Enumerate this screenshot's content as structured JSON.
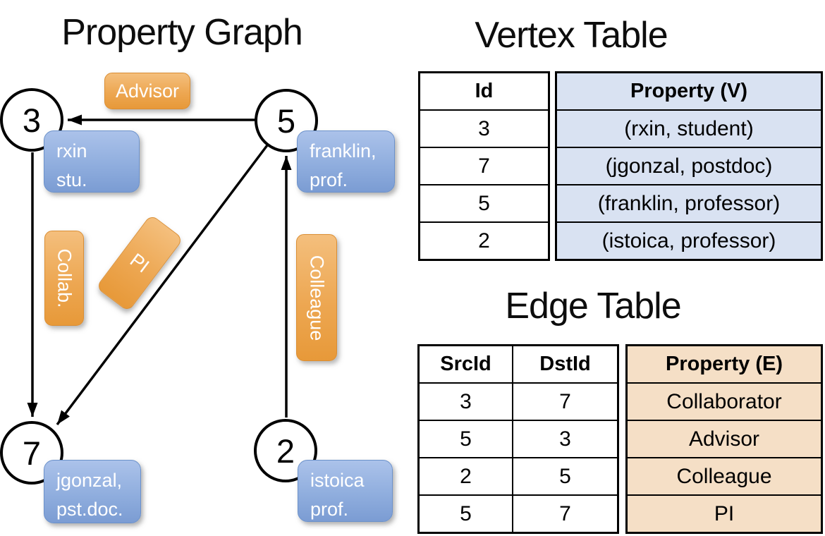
{
  "graph": {
    "title": "Property Graph",
    "nodes": [
      {
        "id": "3",
        "label_line1": "rxin",
        "label_line2": "stu."
      },
      {
        "id": "5",
        "label_line1": "franklin,",
        "label_line2": "prof."
      },
      {
        "id": "7",
        "label_line1": "jgonzal,",
        "label_line2": "pst.doc."
      },
      {
        "id": "2",
        "label_line1": "istoica",
        "label_line2": "prof."
      }
    ],
    "edge_labels": {
      "advisor": "Advisor",
      "collab": "Collab.",
      "pi": "PI",
      "colleague": "Colleague"
    }
  },
  "vertex_table": {
    "title": "Vertex Table",
    "columns": [
      "Id",
      "Property (V)"
    ],
    "rows": [
      [
        "3",
        "(rxin, student)"
      ],
      [
        "7",
        "(jgonzal, postdoc)"
      ],
      [
        "5",
        "(franklin, professor)"
      ],
      [
        "2",
        "(istoica, professor)"
      ]
    ]
  },
  "edge_table": {
    "title": "Edge Table",
    "columns": [
      "SrcId",
      "DstId",
      "Property (E)"
    ],
    "rows": [
      [
        "3",
        "7",
        "Collaborator"
      ],
      [
        "5",
        "3",
        "Advisor"
      ],
      [
        "2",
        "5",
        "Colleague"
      ],
      [
        "5",
        "7",
        "PI"
      ]
    ]
  },
  "colors": {
    "edge_label_orange": "#EDA752",
    "vertex_label_blue": "#90AEDE",
    "vertex_property_column_bg": "#D9E2F2",
    "edge_property_column_bg": "#F5DFC6",
    "line_black": "#000000"
  }
}
